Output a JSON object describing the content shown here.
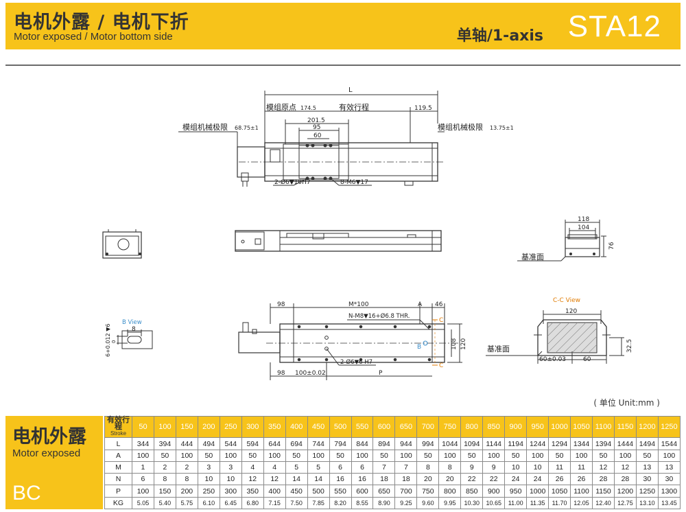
{
  "header": {
    "title_cn": "电机外露 / 电机下折",
    "title_en": "Motor exposed / Motor bottom side",
    "axis": "单轴/1-axis",
    "model": "STA12"
  },
  "drawing": {
    "top": {
      "L": "L",
      "origin": "模组原点",
      "origin_val": "174.5",
      "stroke": "有效行程",
      "right_dim": "119.5",
      "dim_201": "201.5",
      "dim_95": "95",
      "dim_60": "60",
      "limit_left": "模组机械极限",
      "limit_left_val": "68.75±1",
      "limit_right": "模组机械极限",
      "limit_right_val": "13.75±1",
      "hole1": "2-Ø6▼10H7",
      "hole2": "8-M6▼17"
    },
    "side": {
      "dim_118": "118",
      "dim_104": "104",
      "dim_76": "76",
      "ref_face": "基准面"
    },
    "bottom": {
      "dim_98_top": "98",
      "m100": "M*100",
      "A": "A",
      "dim_46": "46",
      "thread": "N-M8▼16+Ø6.8 THR.",
      "dim_108": "108",
      "dim_120v": "120",
      "pin": "2-Ø6▼6 H7",
      "dim_98_bot": "98",
      "dim_100": "100±0.02",
      "P": "P",
      "C": "C",
      "B": "B"
    },
    "bview": {
      "label": "B View",
      "dim_8": "8",
      "tol": "6+0.012 ▼6",
      "tol_zero": "0"
    },
    "section": {
      "label": "C-C View",
      "dim_120": "120",
      "ref_face": "基准面",
      "dim_60a": "60±0.03",
      "dim_60b": "60",
      "dim_32": "32.5"
    }
  },
  "unit_note": "( 单位 Unit:mm )",
  "bottom_panel": {
    "title_cn": "电机外露",
    "title_en": "Motor exposed",
    "code": "BC"
  },
  "table": {
    "stroke_cn": "有效行程",
    "stroke_en": "Stroke",
    "strokes": [
      "50",
      "100",
      "150",
      "200",
      "250",
      "300",
      "350",
      "400",
      "450",
      "500",
      "550",
      "600",
      "650",
      "700",
      "750",
      "800",
      "850",
      "900",
      "950",
      "1000",
      "1050",
      "1100",
      "1150",
      "1200",
      "1250"
    ],
    "rows": [
      {
        "label": "L",
        "values": [
          "344",
          "394",
          "444",
          "494",
          "544",
          "594",
          "644",
          "694",
          "744",
          "794",
          "844",
          "894",
          "944",
          "994",
          "1044",
          "1094",
          "1144",
          "1194",
          "1244",
          "1294",
          "1344",
          "1394",
          "1444",
          "1494",
          "1544"
        ]
      },
      {
        "label": "A",
        "values": [
          "100",
          "50",
          "100",
          "50",
          "100",
          "50",
          "100",
          "50",
          "100",
          "50",
          "100",
          "50",
          "100",
          "50",
          "100",
          "50",
          "100",
          "50",
          "100",
          "50",
          "100",
          "50",
          "100",
          "50",
          "100"
        ]
      },
      {
        "label": "M",
        "values": [
          "1",
          "2",
          "2",
          "3",
          "3",
          "4",
          "4",
          "5",
          "5",
          "6",
          "6",
          "7",
          "7",
          "8",
          "8",
          "9",
          "9",
          "10",
          "10",
          "11",
          "11",
          "12",
          "12",
          "13",
          "13"
        ]
      },
      {
        "label": "N",
        "values": [
          "6",
          "8",
          "8",
          "10",
          "10",
          "12",
          "12",
          "14",
          "14",
          "16",
          "16",
          "18",
          "18",
          "20",
          "20",
          "22",
          "22",
          "24",
          "24",
          "26",
          "26",
          "28",
          "28",
          "30",
          "30"
        ]
      },
      {
        "label": "P",
        "values": [
          "100",
          "150",
          "200",
          "250",
          "300",
          "350",
          "400",
          "450",
          "500",
          "550",
          "600",
          "650",
          "700",
          "750",
          "800",
          "850",
          "900",
          "950",
          "1000",
          "1050",
          "1100",
          "1150",
          "1200",
          "1250",
          "1300"
        ]
      },
      {
        "label": "KG",
        "values": [
          "5.05",
          "5.40",
          "5.75",
          "6.10",
          "6.45",
          "6.80",
          "7.15",
          "7.50",
          "7.85",
          "8.20",
          "8.55",
          "8.90",
          "9.25",
          "9.60",
          "9.95",
          "10.30",
          "10.65",
          "11.00",
          "11.35",
          "11.70",
          "12.05",
          "12.40",
          "12.75",
          "13.10",
          "13.45"
        ]
      }
    ]
  }
}
